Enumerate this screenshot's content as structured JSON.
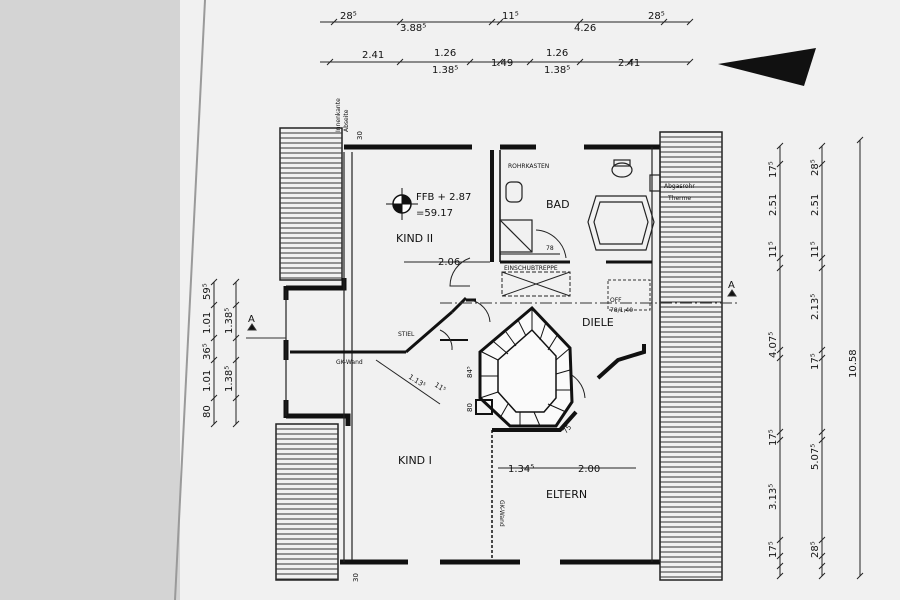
{
  "rooms": {
    "kind2": "KIND II",
    "bad": "BAD",
    "diele": "DIELE",
    "kind1": "KIND I",
    "eltern": "ELTERN"
  },
  "labels": {
    "ffb_level": "FFB + 2.87",
    "ffb_abs": "=59.17",
    "rohrkasten": "ROHRKASTEN",
    "einschubtreppe": "EINSCHUBTREPPE",
    "abgasrohr": "Abgasrohr",
    "therme": "Therme",
    "gk_wand": "GK-Wand",
    "gk_wand_vertical": "GK-Wand",
    "stiel": "STIEL",
    "off": "OFF",
    "off_dims": "78/1,40",
    "door_78": "78",
    "innenkante": "Innenkante",
    "abseite": "Abseite",
    "section_left": "A",
    "section_right": "A"
  },
  "dimensions": {
    "top_row1": [
      "28⁵",
      "3.88⁵",
      "11⁵",
      "4.26",
      "28⁵"
    ],
    "top_row2": [
      "2.41",
      "1.26",
      "1.38⁵",
      "1.49",
      "1.26",
      "1.38⁵",
      "2.41"
    ],
    "left_col": [
      "59⁵",
      "1.01",
      "1.38⁵",
      "36⁵",
      "1.01",
      "1.38⁵",
      "80"
    ],
    "right_col1": [
      "17⁵",
      "2.51",
      "11⁵",
      "4.07⁵",
      "17⁵",
      "3.13⁵",
      "17⁵"
    ],
    "right_col2": [
      "28⁵",
      "2.51",
      "11⁵",
      "2.13⁵",
      "17⁵",
      "5.07⁵",
      "28⁵"
    ],
    "right_total": "10.58",
    "interior": {
      "kind2_width": "2.06",
      "diag_1": "1.13⁵",
      "diag_2": "11⁵",
      "stair_84": "84⁵",
      "stair_80": "80",
      "stair_75": "75",
      "eltern_134": "1.34⁵",
      "eltern_200": "2.00",
      "wall_30_top": "30",
      "wall_30_bottom": "30"
    }
  }
}
